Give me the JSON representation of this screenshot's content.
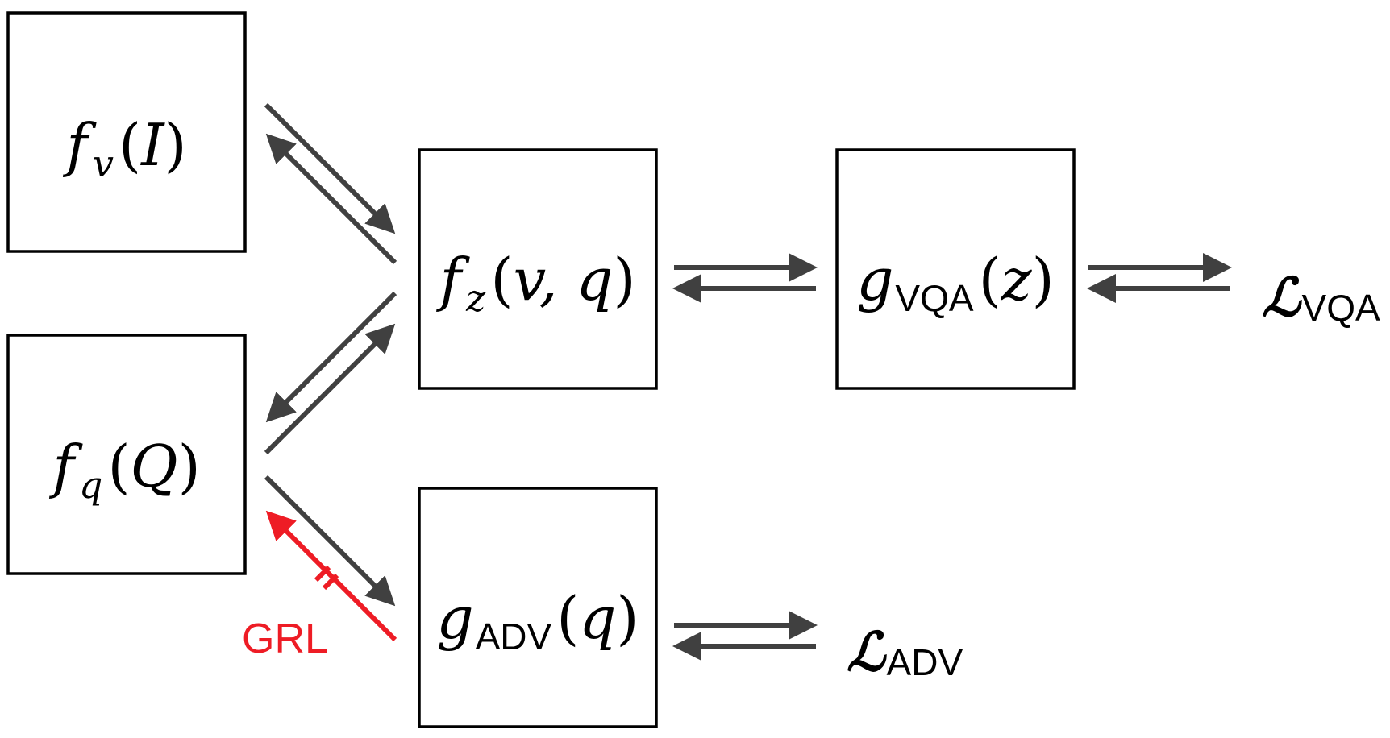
{
  "colors": {
    "box_stroke": "#000000",
    "arrow": "#404040",
    "grl": "#ee1c25"
  },
  "nodes": {
    "fv": {
      "fn": "f",
      "sub": "v",
      "open": "(",
      "arg": "I",
      "close": ")"
    },
    "fq": {
      "fn": "f",
      "sub": "q",
      "open": "(",
      "arg": "Q",
      "close": ")"
    },
    "fz": {
      "fn": "f",
      "sub": "z",
      "open": "(",
      "arg": "v, q",
      "close": ")"
    },
    "gvqa": {
      "fn": "g",
      "sub": "VQA",
      "open": "(",
      "arg": "z",
      "close": ")"
    },
    "gadv": {
      "fn": "g",
      "sub": "ADV",
      "open": "(",
      "arg": "q",
      "close": ")"
    }
  },
  "losses": {
    "vqa": {
      "symbol": "ℒ",
      "sub": "VQA"
    },
    "adv": {
      "symbol": "ℒ",
      "sub": "ADV"
    }
  },
  "grl_label": "GRL"
}
